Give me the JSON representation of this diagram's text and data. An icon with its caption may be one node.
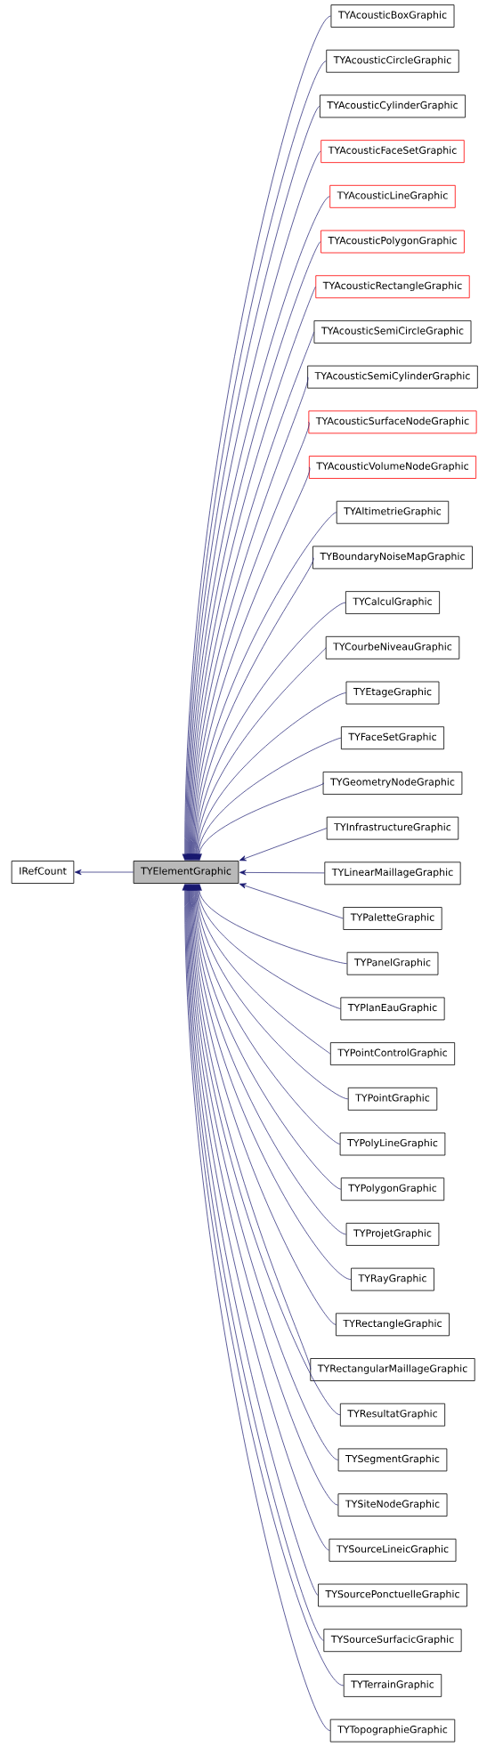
{
  "diagram": {
    "nodes": [
      {
        "text": [
          "IRefCount"
        ]
      },
      {
        "text": [
          "TYElementGraphic"
        ]
      },
      {
        "text": [
          "TYAcousticBoxGraphic"
        ]
      },
      {
        "text": [
          "TYAcousticCircleGraphic"
        ]
      },
      {
        "text": [
          "TYAcousticCylinderGraphic"
        ]
      },
      {
        "text": [
          "TYAcousticFaceSetGraphic"
        ]
      },
      {
        "text": [
          "TYAcousticLineGraphic"
        ]
      },
      {
        "text": [
          "TYAcousticPolygonGraphic"
        ]
      },
      {
        "text": [
          "TYAcousticRectangleGraphic"
        ]
      },
      {
        "text": [
          "TYAcousticSemiCircleGraphic"
        ]
      },
      {
        "text": [
          "TYAcousticSemiCylinderGraphic"
        ]
      },
      {
        "text": [
          "TYAcousticSurfaceNodeGraphic"
        ]
      },
      {
        "text": [
          "TYAcousticVolumeNodeGraphic"
        ]
      },
      {
        "text": [
          "TYAltimetrieGraphic"
        ]
      },
      {
        "text": [
          "TYBoundaryNoiseMapGraphic"
        ]
      },
      {
        "text": [
          "TYCalculGraphic"
        ]
      },
      {
        "text": [
          "TYCourbeNiveauGraphic"
        ]
      },
      {
        "text": [
          "TYEtageGraphic"
        ]
      },
      {
        "text": [
          "TYFaceSetGraphic"
        ]
      },
      {
        "text": [
          "TYGeometryNodeGraphic"
        ]
      },
      {
        "text": [
          "TYInfrastructureGraphic"
        ]
      },
      {
        "text": [
          "TYLinearMaillageGraphic"
        ]
      },
      {
        "text": [
          "TYPaletteGraphic"
        ]
      },
      {
        "text": [
          "TYPanelGraphic"
        ]
      },
      {
        "text": [
          "TYPlanEauGraphic"
        ]
      },
      {
        "text": [
          "TYPointControlGraphic"
        ]
      },
      {
        "text": [
          "TYPointGraphic"
        ]
      },
      {
        "text": [
          "TYPolyLineGraphic"
        ]
      },
      {
        "text": [
          "TYPolygonGraphic"
        ]
      },
      {
        "text": [
          "TYProjetGraphic"
        ]
      },
      {
        "text": [
          "TYRayGraphic"
        ]
      },
      {
        "text": [
          "TYRectangleGraphic"
        ]
      },
      {
        "text": [
          "TYRectangularMaillageGraphic"
        ]
      },
      {
        "text": [
          "TYResultatGraphic"
        ]
      },
      {
        "text": [
          "TYSegmentGraphic"
        ]
      },
      {
        "text": [
          "TYSiteNodeGraphic"
        ]
      },
      {
        "text": [
          "TYSourceLineicGraphic"
        ]
      },
      {
        "text": [
          "TYSourcePonctuelleGraphic"
        ]
      },
      {
        "text": [
          "TYSourceSurfacicGraphic"
        ]
      },
      {
        "text": [
          "TYTerrainGraphic"
        ]
      },
      {
        "text": [
          "TYTopographieGraphic"
        ]
      }
    ],
    "edges": [
      {
        "from": 1,
        "to": 0,
        "arrow": "to"
      },
      {
        "from": 2,
        "to": 1,
        "arrow": "to"
      },
      {
        "from": 3,
        "to": 1,
        "arrow": "to"
      },
      {
        "from": 4,
        "to": 1,
        "arrow": "to"
      },
      {
        "from": 5,
        "to": 1,
        "arrow": "to"
      },
      {
        "from": 6,
        "to": 1,
        "arrow": "to"
      },
      {
        "from": 7,
        "to": 1,
        "arrow": "to"
      },
      {
        "from": 8,
        "to": 1,
        "arrow": "to"
      },
      {
        "from": 9,
        "to": 1,
        "arrow": "to"
      },
      {
        "from": 10,
        "to": 1,
        "arrow": "to"
      },
      {
        "from": 11,
        "to": 1,
        "arrow": "to"
      },
      {
        "from": 12,
        "to": 1,
        "arrow": "to"
      },
      {
        "from": 13,
        "to": 1,
        "arrow": "to"
      },
      {
        "from": 14,
        "to": 1,
        "arrow": "to"
      },
      {
        "from": 15,
        "to": 1,
        "arrow": "to"
      },
      {
        "from": 16,
        "to": 1,
        "arrow": "to"
      },
      {
        "from": 17,
        "to": 1,
        "arrow": "to"
      },
      {
        "from": 18,
        "to": 1,
        "arrow": "to"
      },
      {
        "from": 19,
        "to": 1,
        "arrow": "to"
      },
      {
        "from": 20,
        "to": 1,
        "arrow": "to"
      },
      {
        "from": 21,
        "to": 1,
        "arrow": "to"
      },
      {
        "from": 22,
        "to": 1,
        "arrow": "to"
      },
      {
        "from": 23,
        "to": 1,
        "arrow": "to"
      },
      {
        "from": 24,
        "to": 1,
        "arrow": "to"
      },
      {
        "from": 25,
        "to": 1,
        "arrow": "to"
      },
      {
        "from": 26,
        "to": 1,
        "arrow": "to"
      },
      {
        "from": 27,
        "to": 1,
        "arrow": "to"
      },
      {
        "from": 28,
        "to": 1,
        "arrow": "to"
      },
      {
        "from": 29,
        "to": 1,
        "arrow": "to"
      },
      {
        "from": 30,
        "to": 1,
        "arrow": "to"
      },
      {
        "from": 31,
        "to": 1,
        "arrow": "to"
      },
      {
        "from": 32,
        "to": 1,
        "arrow": "to"
      },
      {
        "from": 33,
        "to": 1,
        "arrow": "to"
      },
      {
        "from": 34,
        "to": 1,
        "arrow": "to"
      },
      {
        "from": 35,
        "to": 1,
        "arrow": "to"
      },
      {
        "from": 36,
        "to": 1,
        "arrow": "to"
      },
      {
        "from": 37,
        "to": 1,
        "arrow": "to"
      },
      {
        "from": 38,
        "to": 1,
        "arrow": "to"
      },
      {
        "from": 39,
        "to": 1,
        "arrow": "to"
      },
      {
        "from": 40,
        "to": 1,
        "arrow": "to"
      }
    ]
  }
}
